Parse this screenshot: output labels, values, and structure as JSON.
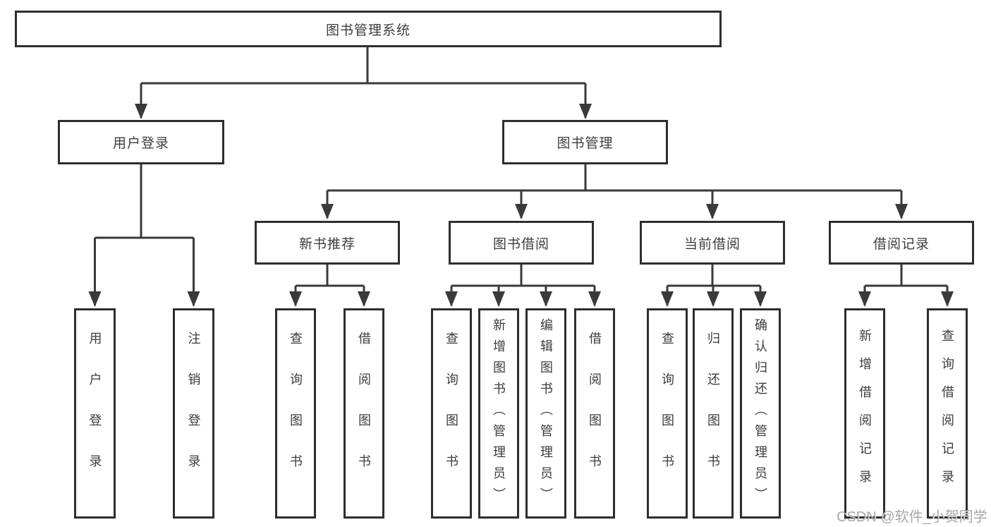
{
  "diagram": {
    "root": "图书管理系统",
    "children": [
      {
        "label": "用户登录",
        "leaves": [
          "用户登录",
          "注销登录"
        ]
      },
      {
        "label": "图书管理",
        "children": [
          {
            "label": "新书推荐",
            "leaves": [
              "查询图书",
              "借阅图书"
            ]
          },
          {
            "label": "图书借阅",
            "leaves": [
              "查询图书",
              "新增图书（管理员）",
              "编辑图书（管理员）",
              "借阅图书"
            ]
          },
          {
            "label": "当前借阅",
            "leaves": [
              "查询图书",
              "归还图书",
              "确认归还（管理员）"
            ]
          },
          {
            "label": "借阅记录",
            "leaves": [
              "新增借阅记录",
              "查询借阅记录"
            ]
          }
        ]
      }
    ]
  },
  "watermark": "CSDN @软件_小贺同学",
  "colors": {
    "line": "#3a3a3a",
    "box_border": "#2e2e2e",
    "text": "#3d3d3d",
    "background": "#ffffff",
    "watermark": "#919191"
  }
}
